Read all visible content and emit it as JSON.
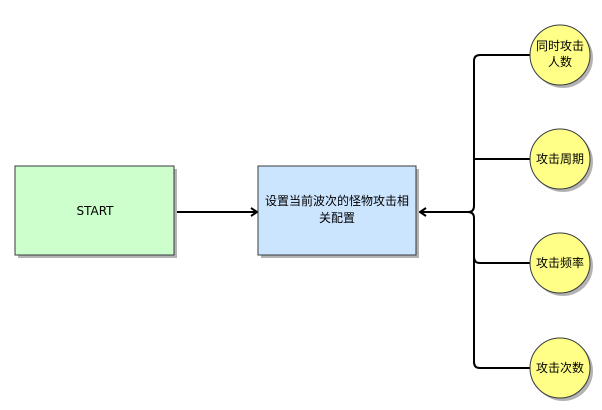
{
  "colors": {
    "start_fill": "#ccffcc",
    "process_fill": "#cce5ff",
    "param_fill": "#ffff88",
    "border": "#36393d",
    "shadow": "#b3b3b3",
    "edge": "#000000"
  },
  "nodes": {
    "start": {
      "label": "START"
    },
    "process": {
      "line1": "设置当前波次的怪物攻击相",
      "line2": "关配置"
    },
    "params": [
      {
        "line1": "同时攻击",
        "line2": "人数"
      },
      {
        "line1": "攻击周期",
        "line2": ""
      },
      {
        "line1": "攻击频率",
        "line2": ""
      },
      {
        "line1": "攻击次数",
        "line2": ""
      }
    ]
  }
}
